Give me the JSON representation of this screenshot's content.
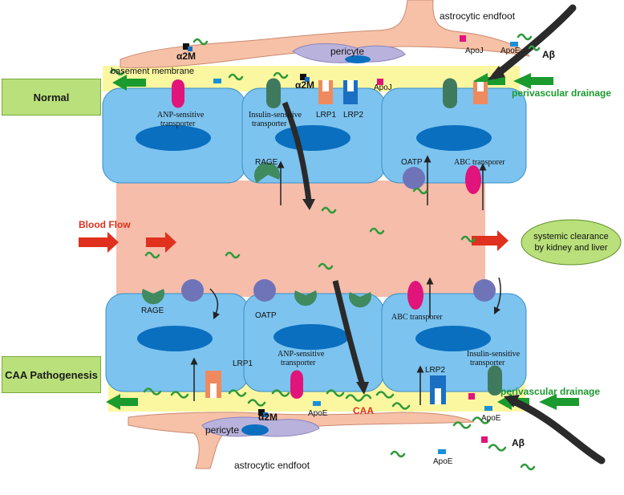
{
  "labels": {
    "normal": "Normal",
    "caa_pathogenesis": "CAA Pathogenesis",
    "astrocytic_endfoot_top": "astrocytic endfoot",
    "astrocytic_endfoot_bottom": "astrocytic endfoot",
    "pericyte_top": "pericyte",
    "pericyte_bottom": "pericyte",
    "basement_membrane": "basement membrane",
    "blood_flow": "Blood Flow",
    "systemic_clearance": "systemic clearance by kidney and liver",
    "systemic_clearance_line1": "systemic clearance",
    "systemic_clearance_line2": "by kidney and liver",
    "perivascular_drainage_top": "perivascular drainage",
    "perivascular_drainage_bottom": "perivascular drainage",
    "caa": "CAA",
    "a2m_top_left": "α2M",
    "a2m_top_mid": "α2M",
    "a2m_bottom": "α2M",
    "apoj_top_right": "ApoJ",
    "apoj_top_mid": "ApoJ",
    "apoe_top_right": "ApoE",
    "abeta_top": "Aβ",
    "abeta_bottom": "Aβ",
    "apoe_bottom_mid": "ApoE",
    "apoe_bottom_right": "ApoE",
    "apoe_bottom_low": "ApoE",
    "lrp1_top": "LRP1",
    "lrp2_top": "LRP2",
    "lrp1_bottom": "LRP1",
    "lrp2_bottom": "LRP2",
    "rage_top": "RAGE",
    "rage_bottom": "RAGE",
    "oatp_top": "OATP",
    "oatp_bottom": "OATP",
    "abc_top": "ABC transporer",
    "abc_bottom": "ABC transporer",
    "anp_top_l1": "ANP-sensitive",
    "anp_top_l2": "transporter",
    "anp_bottom_l1": "ANP-sensitive",
    "anp_bottom_l2": "transporter",
    "insulin_top_l1": "Insulin-sensitive",
    "insulin_top_l2": "transporter",
    "insulin_bottom_l1": "Insulin-sensitive",
    "insulin_bottom_l2": "transporter"
  },
  "colors": {
    "endothelial_cell": "#7cc3ef",
    "nucleus": "#0a6fbf",
    "lumen": "#f6bdaa",
    "basement_membrane": "#fbf7a0",
    "astrocyte": "#f7c1a7",
    "pericyte": "#b9b2dc",
    "amyloid": "#2e9a3a",
    "drainage_arrow": "#1b9a2e",
    "blood_flow_arrow": "#e0301e",
    "label_box": "#b9e07a",
    "transporter_magenta": "#e0147a",
    "transporter_teal": "#3f7a5f",
    "oatp": "#6f74b8",
    "lrp1": "#ef8a5e",
    "lrp2": "#1a6fc2"
  }
}
